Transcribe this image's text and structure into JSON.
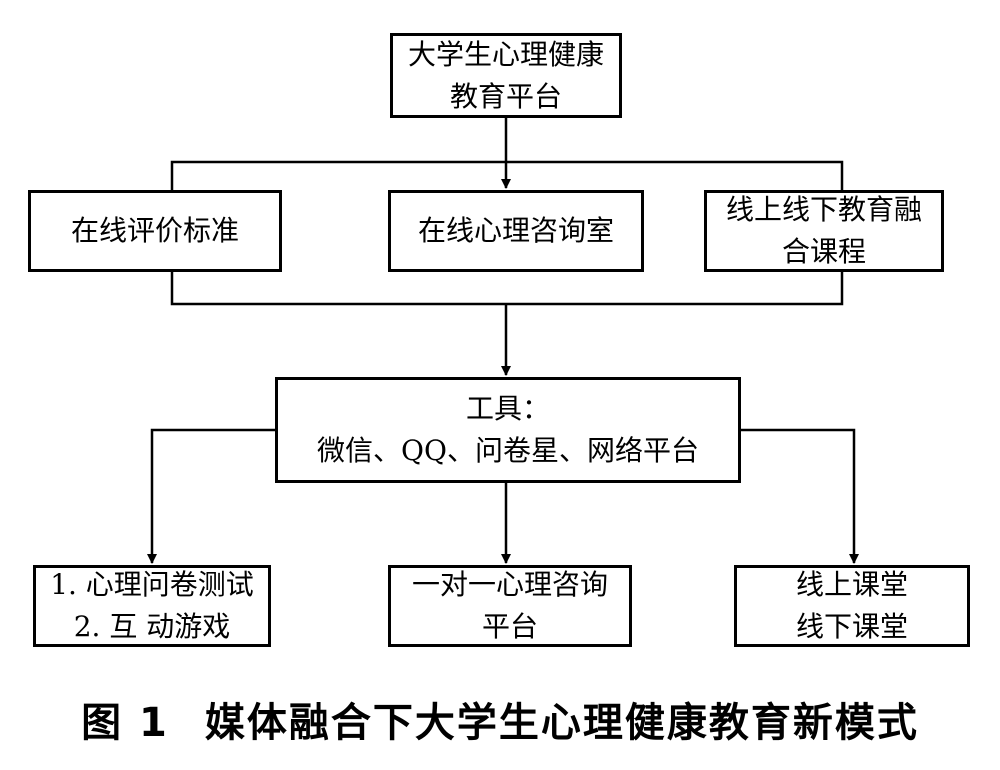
{
  "nodes": {
    "top": [
      "大学生心理健康",
      "教育平台"
    ],
    "left": [
      "在线评价标准"
    ],
    "middle": [
      "在线心理咨询室"
    ],
    "right": [
      "线上线下教育融",
      "合课程"
    ],
    "tools": [
      "工具：",
      "微信、QQ、问卷星、网络平台"
    ],
    "bottom_left": [
      "1. 心理问卷测试",
      "2. 互  动游戏"
    ],
    "bottom_middle": [
      "一对一心理咨询",
      "平台"
    ],
    "bottom_right": [
      "线上课堂",
      "线下课堂"
    ]
  },
  "caption": {
    "label": "图 1",
    "title": "媒体融合下大学生心理健康教育新模式"
  }
}
